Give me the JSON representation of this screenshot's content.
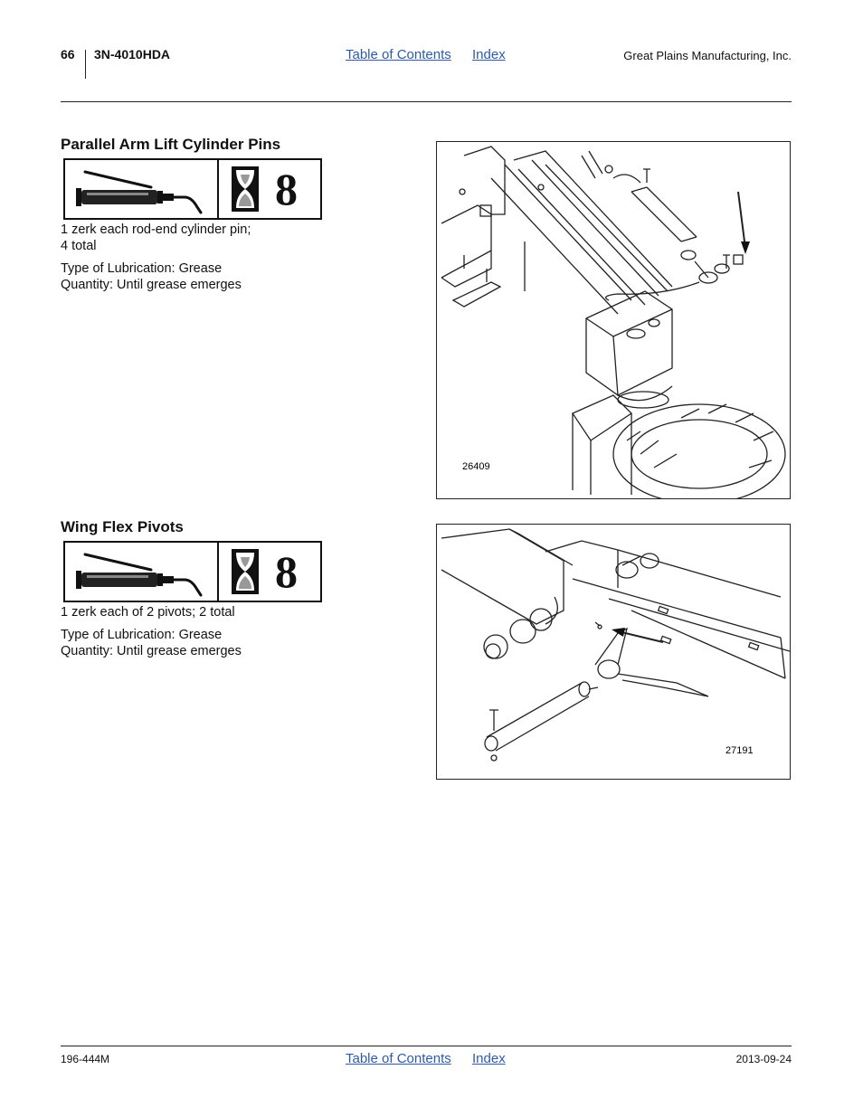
{
  "header": {
    "page_number": "66",
    "model": "3N-4010HDA",
    "toc_link": "Table of Contents",
    "index_link": "Index",
    "company": "Great Plains Manufacturing, Inc."
  },
  "sections": [
    {
      "title": "Parallel Arm Lift Cylinder Pins",
      "interval": "8",
      "description": [
        "1 zerk each rod-end cylinder pin;",
        "4 total"
      ],
      "lubrication": "Type of Lubrication: Grease",
      "quantity": "Quantity: Until grease emerges",
      "figure_number": "26409"
    },
    {
      "title": "Wing Flex Pivots",
      "interval": "8",
      "description": [
        "1 zerk each of 2 pivots; 2 total"
      ],
      "lubrication": "Type of Lubrication: Grease",
      "quantity": "Quantity: Until grease emerges",
      "figure_number": "27191"
    }
  ],
  "footer": {
    "doc_number": "196-444M",
    "toc_link": "Table of Contents",
    "index_link": "Index",
    "date": "2013-09-24"
  },
  "icons": {
    "grease_gun": "grease-gun-icon",
    "hourglass": "hourglass-icon"
  }
}
